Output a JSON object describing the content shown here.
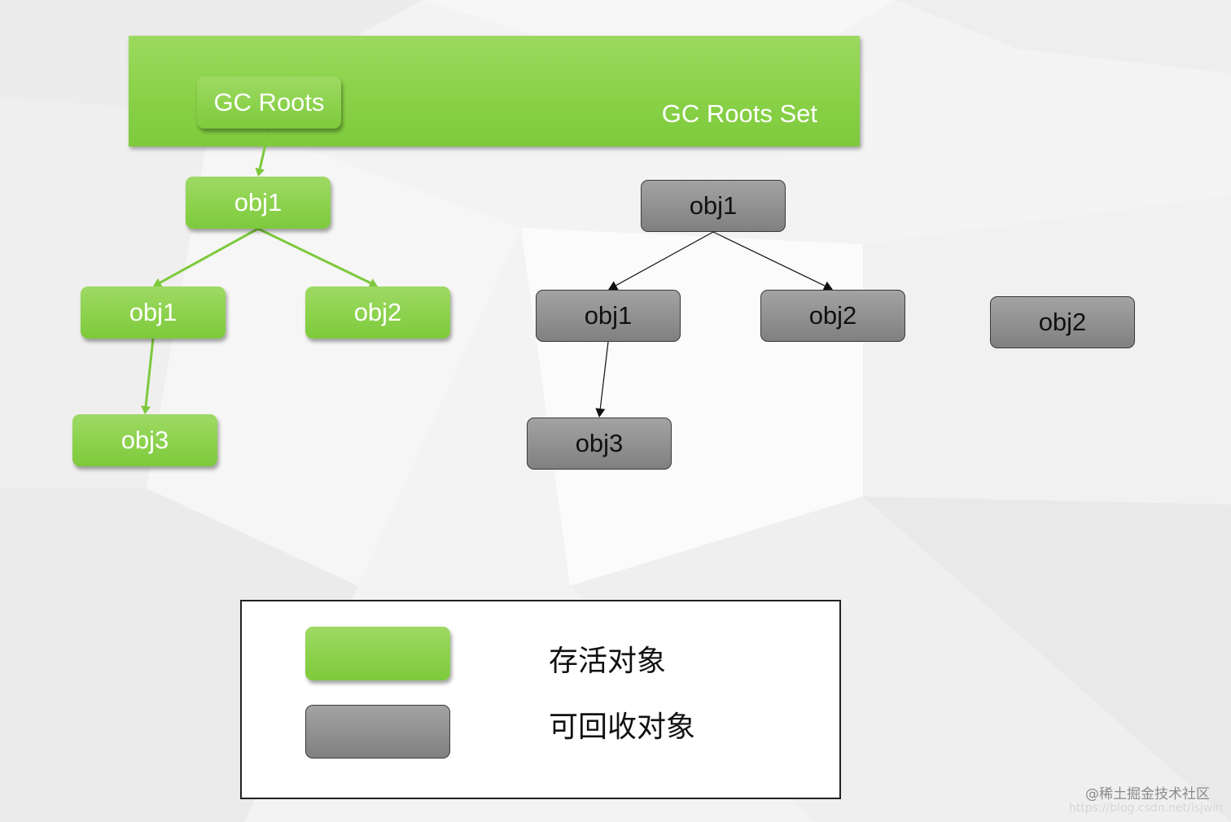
{
  "colors": {
    "alive": "#8cd24c",
    "alive_edge": "#7dc93c",
    "dead": "#8e8e8e",
    "dead_edge": "#111111",
    "alive_text": "#ffffff",
    "dead_text": "#111111"
  },
  "roots_set": {
    "label": "GC Roots Set"
  },
  "nodes": [
    {
      "id": "gc-roots",
      "label": "GC Roots",
      "status": "alive"
    },
    {
      "id": "a-obj1",
      "label": "obj1",
      "status": "alive"
    },
    {
      "id": "a-obj1-child",
      "label": "obj1",
      "status": "alive"
    },
    {
      "id": "a-obj2",
      "label": "obj2",
      "status": "alive"
    },
    {
      "id": "a-obj3",
      "label": "obj3",
      "status": "alive"
    },
    {
      "id": "d-obj1",
      "label": "obj1",
      "status": "dead"
    },
    {
      "id": "d-obj1-child",
      "label": "obj1",
      "status": "dead"
    },
    {
      "id": "d-obj2",
      "label": "obj2",
      "status": "dead"
    },
    {
      "id": "d-obj3",
      "label": "obj3",
      "status": "dead"
    },
    {
      "id": "d-obj2-isolated",
      "label": "obj2",
      "status": "dead"
    }
  ],
  "edges": [
    {
      "from": "gc-roots",
      "to": "a-obj1",
      "status": "alive"
    },
    {
      "from": "a-obj1",
      "to": "a-obj1-child",
      "status": "alive"
    },
    {
      "from": "a-obj1",
      "to": "a-obj2",
      "status": "alive"
    },
    {
      "from": "a-obj1-child",
      "to": "a-obj3",
      "status": "alive"
    },
    {
      "from": "d-obj1",
      "to": "d-obj1-child",
      "status": "dead"
    },
    {
      "from": "d-obj1",
      "to": "d-obj2",
      "status": "dead"
    },
    {
      "from": "d-obj1-child",
      "to": "d-obj3",
      "status": "dead"
    }
  ],
  "legend": {
    "items": [
      {
        "status": "alive",
        "label": "存活对象"
      },
      {
        "status": "dead",
        "label": "可回收对象"
      }
    ]
  },
  "watermark": {
    "text": "@稀土掘金技术社区",
    "url": "https://blog.csdn.net/lsjwin"
  }
}
